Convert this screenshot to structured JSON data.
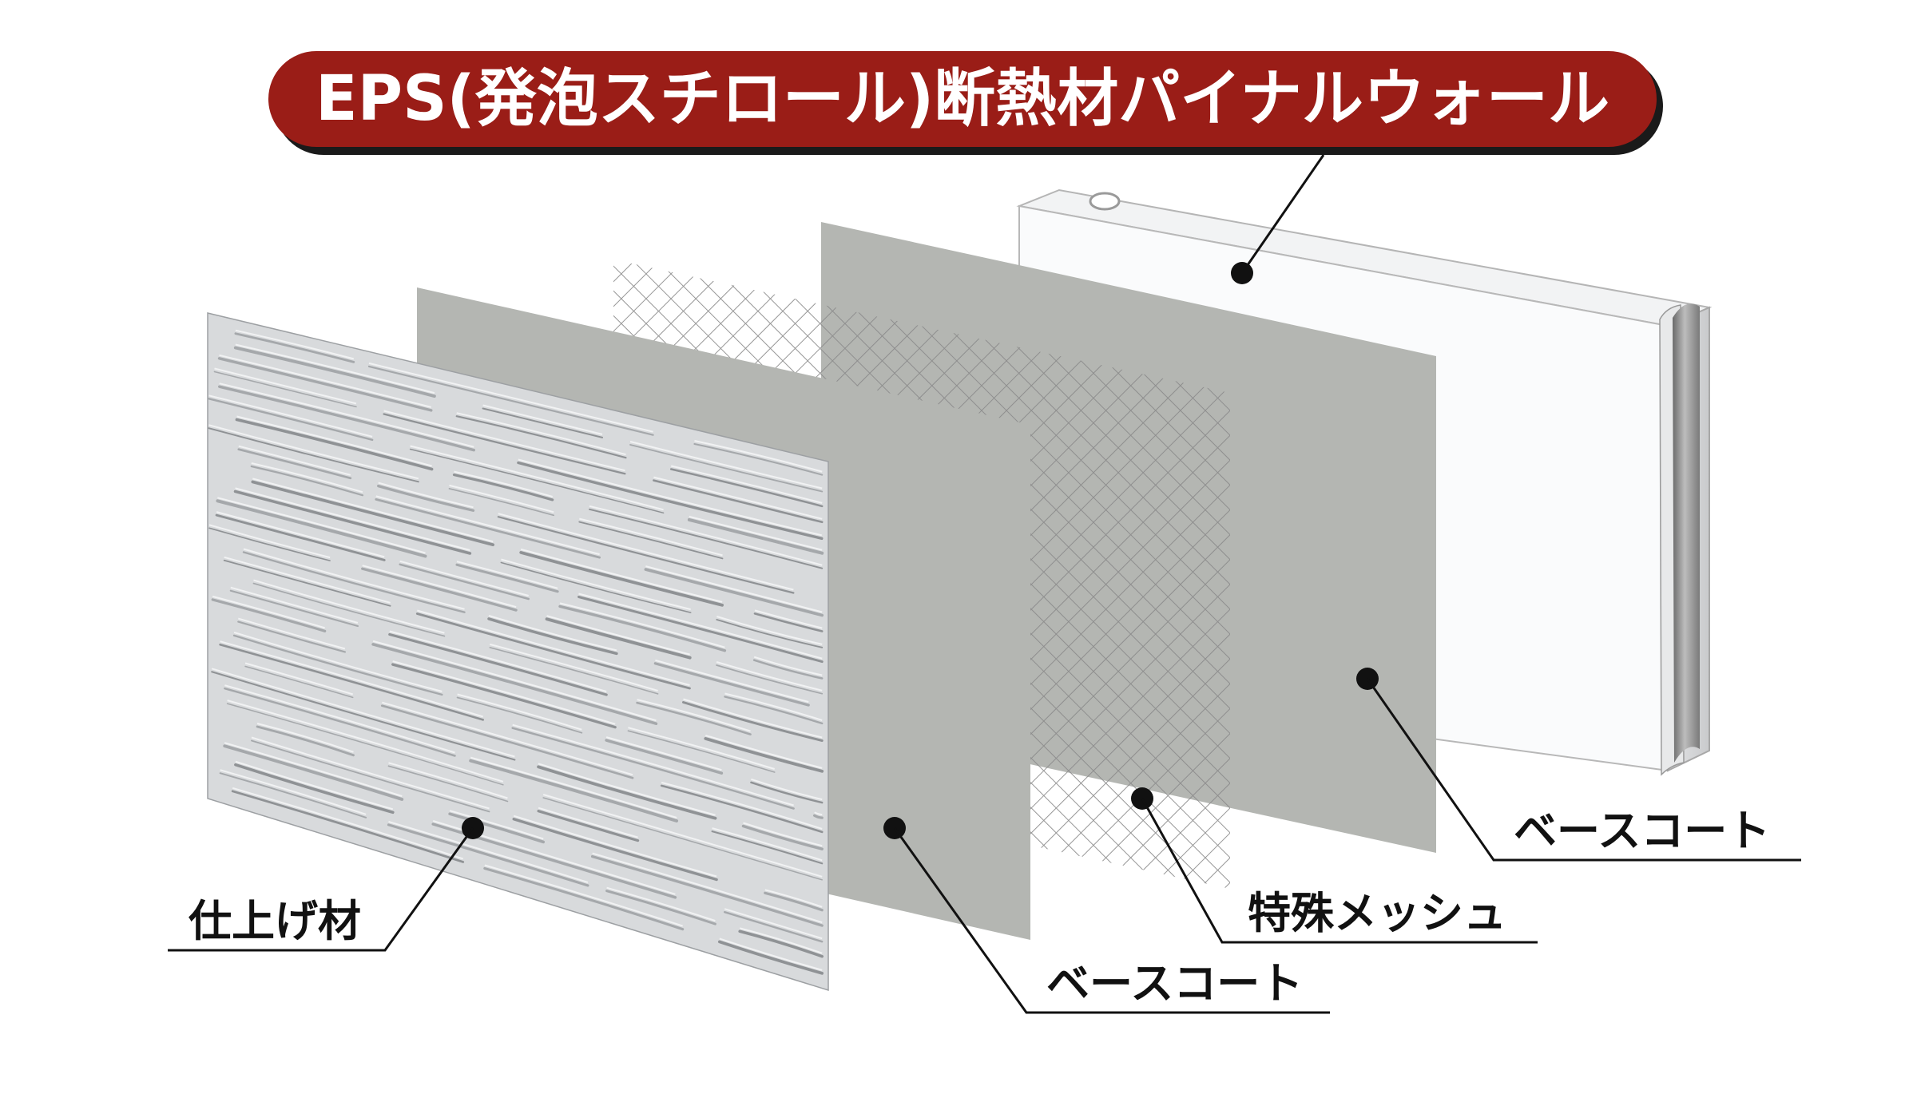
{
  "title": "EPS(発泡スチロール)断熱材パイナルウォール",
  "layers": {
    "finish": "仕上げ材",
    "base_coat_front": "ベースコート",
    "mesh": "特殊メッシュ",
    "base_coat_back": "ベースコート"
  },
  "colors": {
    "title_banner": "#9a1d17",
    "title_banner_shadow": "#1a1a1a",
    "base_coat": "#b4b6b2",
    "finish_texture": "#d8dadc",
    "mesh_lines": "#8a8a8a",
    "eps_panel": "#fafbfc",
    "leader_lines": "#111111"
  }
}
